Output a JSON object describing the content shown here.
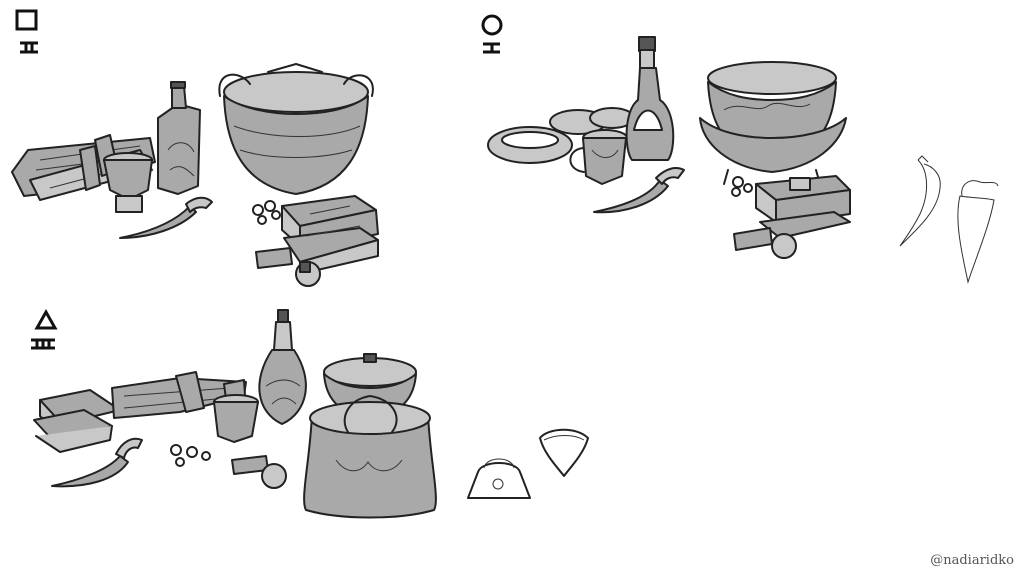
{
  "artwork": {
    "groups": [
      {
        "id": "group-1",
        "shape_icon": "square-icon",
        "numeral": "II"
      },
      {
        "id": "group-2",
        "shape_icon": "circle-icon",
        "numeral": "I"
      },
      {
        "id": "group-3",
        "shape_icon": "triangle-icon",
        "numeral": "III"
      }
    ],
    "watermark": "@nadiaridko",
    "colors": {
      "background": "#ffffff",
      "ink": "#222222",
      "shade": "#a9a9a9"
    }
  }
}
